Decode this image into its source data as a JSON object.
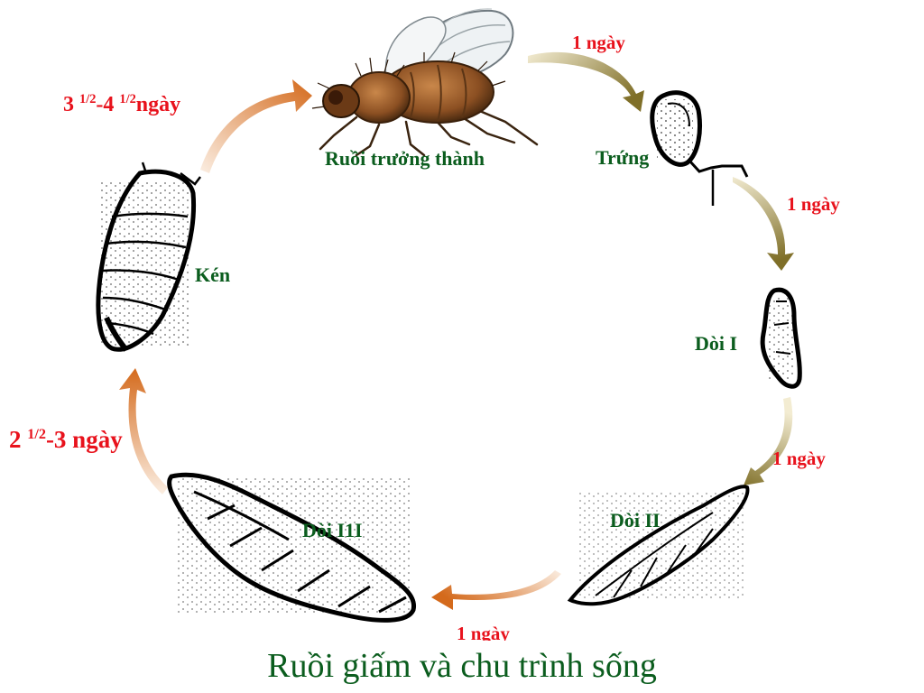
{
  "title": "Ruồi giấm và chu trình sống",
  "stages": {
    "adult": "Ruồi trưởng thành",
    "egg": "Trứng",
    "larva1": "Dòi I",
    "larva2": "Dòi II",
    "larva3": "Dòi I1I",
    "pupa": "Kén"
  },
  "durations": {
    "adult_to_egg": "1 ngày",
    "egg_to_larva1": "1 ngày",
    "larva1_to_larva2": "1 ngày",
    "larva2_to_larva3": "1 ngày",
    "larva3_to_pupa": {
      "a": "2 ",
      "frac": "1/2",
      "b": "-3 ngày"
    },
    "pupa_to_adult": {
      "a": "3 ",
      "frac1": "1/2",
      "b": "-4 ",
      "frac2": "1/2",
      "c": "ngày"
    }
  },
  "colors": {
    "stage_label": "#0b5d1e",
    "duration_label": "#e8121c",
    "arrow_olive": "#8a7a32",
    "arrow_orange": "#d9782b"
  }
}
